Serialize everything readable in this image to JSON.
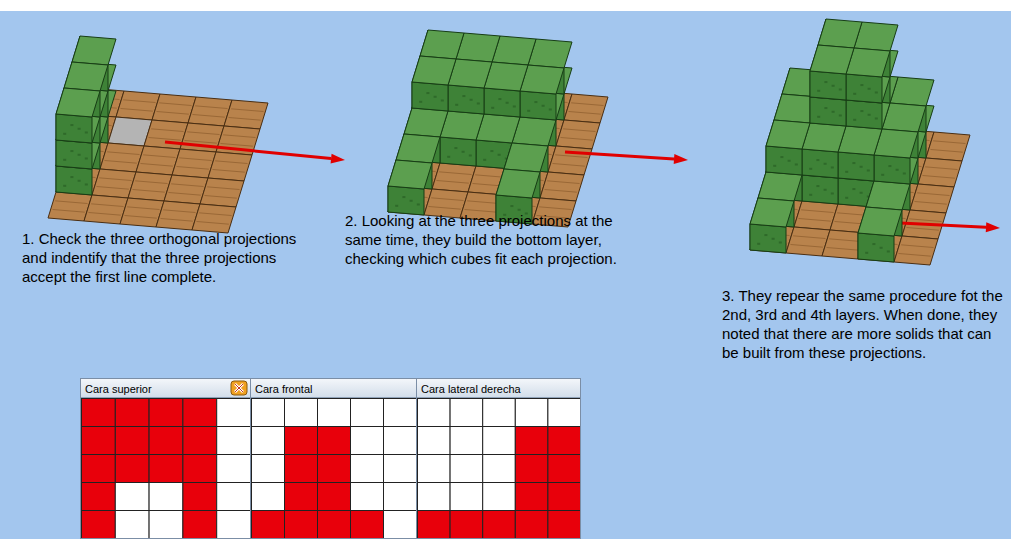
{
  "diagram": {
    "nodes": [
      {
        "text": [
          "Cara superior"
        ]
      },
      {
        "text": [
          "Cara frontal"
        ]
      },
      {
        "text": [
          "Cara lateral derecha"
        ]
      }
    ],
    "labels": [
      "1. Check the three orthogonal projections and indentify that the three projections accept the first line complete.",
      "2. Looking at the three projections at the same time, they build the bottom layer, checking which cubes fit each projection.",
      "3. They repear the same procedure fot the 2nd, 3rd and 4th layers. When done, they noted that there are more solids that can be built from these projections."
    ]
  }
}
